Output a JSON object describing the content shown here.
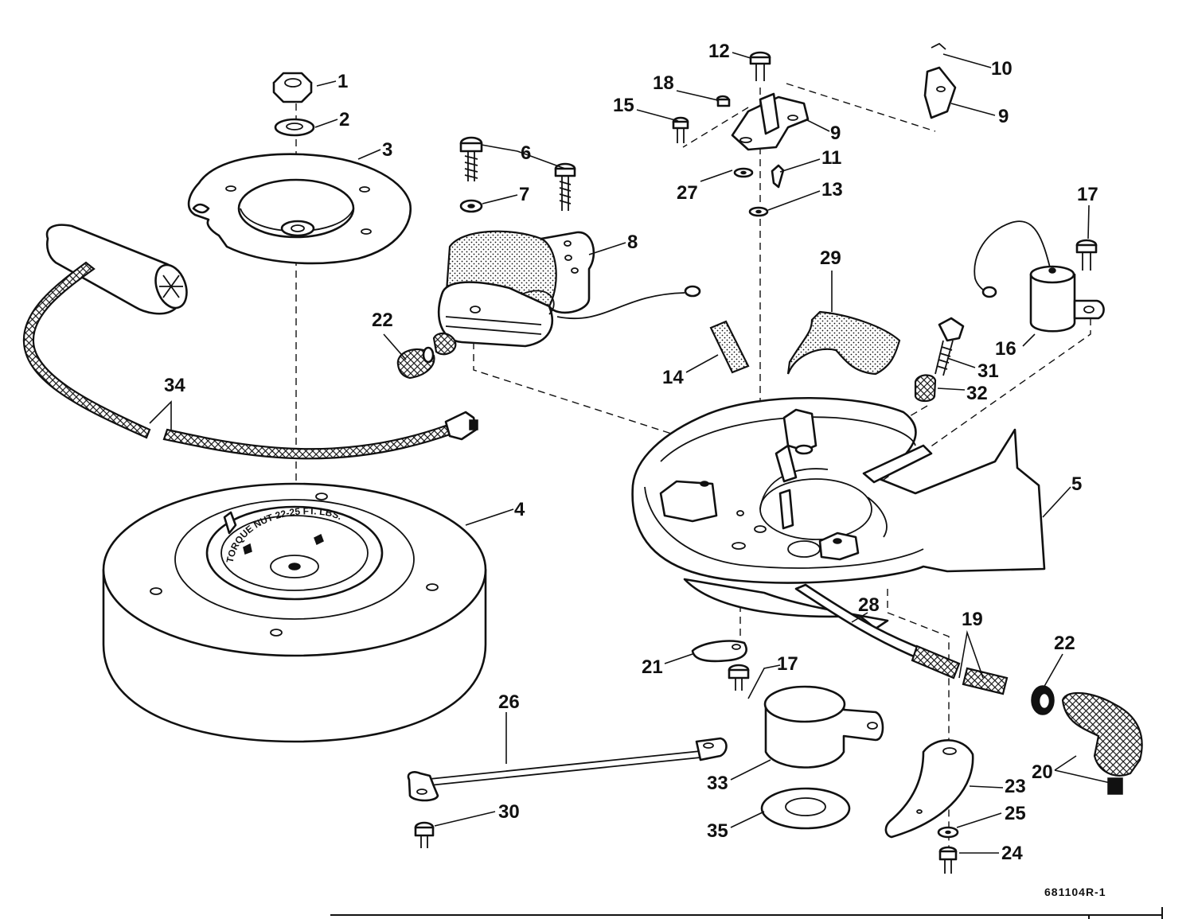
{
  "diagram": {
    "drawing_number": "681104R-1",
    "flywheel_text": "TORQUE NUT 22-25 FT. LBS.",
    "callouts": [
      {
        "id": "c1",
        "text": "1"
      },
      {
        "id": "c2",
        "text": "2"
      },
      {
        "id": "c3",
        "text": "3"
      },
      {
        "id": "c4",
        "text": "4"
      },
      {
        "id": "c5",
        "text": "5"
      },
      {
        "id": "c6",
        "text": "6"
      },
      {
        "id": "c7",
        "text": "7"
      },
      {
        "id": "c8",
        "text": "8"
      },
      {
        "id": "c9a",
        "text": "9"
      },
      {
        "id": "c9b",
        "text": "9"
      },
      {
        "id": "c10",
        "text": "10"
      },
      {
        "id": "c11",
        "text": "11"
      },
      {
        "id": "c12",
        "text": "12"
      },
      {
        "id": "c13",
        "text": "13"
      },
      {
        "id": "c14",
        "text": "14"
      },
      {
        "id": "c15",
        "text": "15"
      },
      {
        "id": "c16",
        "text": "16"
      },
      {
        "id": "c17a",
        "text": "17"
      },
      {
        "id": "c17b",
        "text": "17"
      },
      {
        "id": "c18",
        "text": "18"
      },
      {
        "id": "c19",
        "text": "19"
      },
      {
        "id": "c20",
        "text": "20"
      },
      {
        "id": "c21",
        "text": "21"
      },
      {
        "id": "c22a",
        "text": "22"
      },
      {
        "id": "c22b",
        "text": "22"
      },
      {
        "id": "c23",
        "text": "23"
      },
      {
        "id": "c24",
        "text": "24"
      },
      {
        "id": "c25",
        "text": "25"
      },
      {
        "id": "c26",
        "text": "26"
      },
      {
        "id": "c27",
        "text": "27"
      },
      {
        "id": "c28",
        "text": "28"
      },
      {
        "id": "c29",
        "text": "29"
      },
      {
        "id": "c30",
        "text": "30"
      },
      {
        "id": "c31",
        "text": "31"
      },
      {
        "id": "c32",
        "text": "32"
      },
      {
        "id": "c33",
        "text": "33"
      },
      {
        "id": "c34",
        "text": "34"
      },
      {
        "id": "c35",
        "text": "35"
      }
    ]
  }
}
